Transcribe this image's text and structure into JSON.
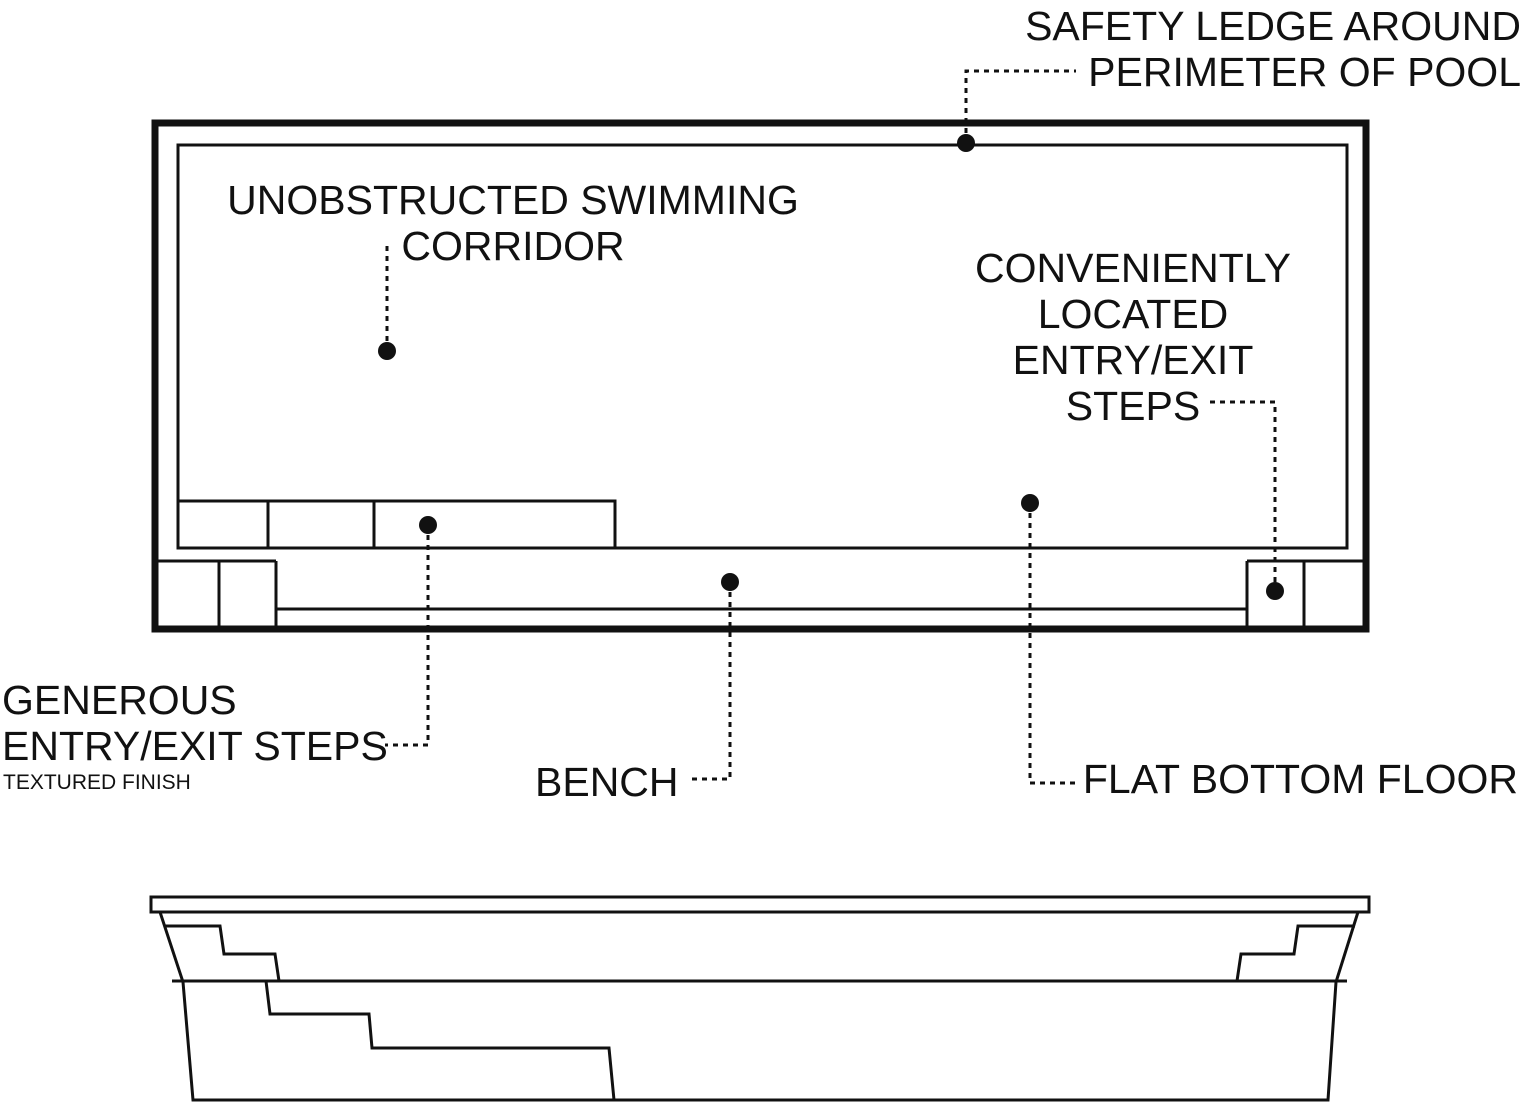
{
  "labels": {
    "safety_ledge": [
      "SAFETY LEDGE AROUND",
      "PERIMETER OF POOL"
    ],
    "swimming_corridor": [
      "UNOBSTRUCTED SWIMMING",
      "CORRIDOR"
    ],
    "entry_exit_right": [
      "CONVENIENTLY",
      "LOCATED",
      "ENTRY/EXIT",
      "STEPS"
    ],
    "generous_steps": [
      "GENEROUS",
      "ENTRY/EXIT STEPS"
    ],
    "textured_finish": "TEXTURED FINISH",
    "bench": "BENCH",
    "flat_bottom": "FLAT BOTTOM FLOOR"
  }
}
